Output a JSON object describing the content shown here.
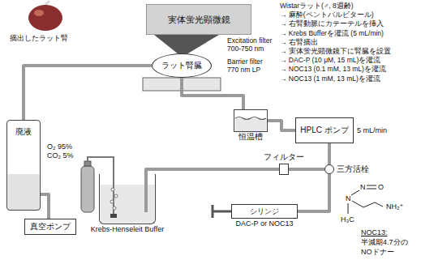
{
  "diagram": {
    "nodes": [
      {
        "text": [
          "実体蛍光顕微鏡"
        ]
      },
      {
        "text": [
          "ラット腎臓"
        ]
      },
      {
        "text": [
          "恒温槽"
        ]
      },
      {
        "text": [
          "HPLC ポンプ"
        ]
      },
      {
        "text": [
          "廃液"
        ]
      },
      {
        "text": [
          "真空ポンプ"
        ]
      },
      {
        "text": [
          "Krebs-Henseleit Buffer"
        ]
      },
      {
        "text": [
          "フィルター"
        ]
      },
      {
        "text": [
          "三方活栓"
        ]
      },
      {
        "text": [
          "シリンジ",
          "DAC-P or NOC13"
        ]
      }
    ],
    "edges": [
      {
        "from": 6,
        "to": 7,
        "arrow": "none"
      },
      {
        "from": 7,
        "to": 8,
        "arrow": "none"
      },
      {
        "from": 8,
        "to": 3,
        "arrow": "none"
      },
      {
        "from": 3,
        "to": 2,
        "arrow": "none"
      },
      {
        "from": 2,
        "to": 1,
        "arrow": "none"
      },
      {
        "from": 1,
        "to": 4,
        "arrow": "none"
      },
      {
        "from": 4,
        "to": 5,
        "arrow": "none"
      },
      {
        "from": 9,
        "to": 8,
        "arrow": "none"
      }
    ],
    "labels": [
      "Wistarラット(♂, 8週齢)",
      "→ 麻酔(ペントバルビタール)",
      "→ 右腎動脈にカテーテルを挿入",
      "→ Krebs Bufferを灌流 (5 mL/min)",
      "→ 右腎摘出",
      "→ 実体蛍光顕微鏡下に腎臓を設置",
      "→ DAC-P (10 μM, 15 mL)を灌流",
      "→ NOC13 (0.1 mM, 13 mL)を灌流",
      "→ NOC13 (1 mM, 13 mL)を灌流",
      "Excitation filter 700-750 nm",
      "Barrier filter 770 nm LP",
      "摘出したラット腎",
      "5 mL/min",
      "O₂ 95%",
      "CO₂ 5%",
      "N",
      "N",
      "O",
      "H₃C",
      "NH₂⁺",
      "NOC13:",
      "半減期4.7分の",
      "NOドナー"
    ]
  }
}
